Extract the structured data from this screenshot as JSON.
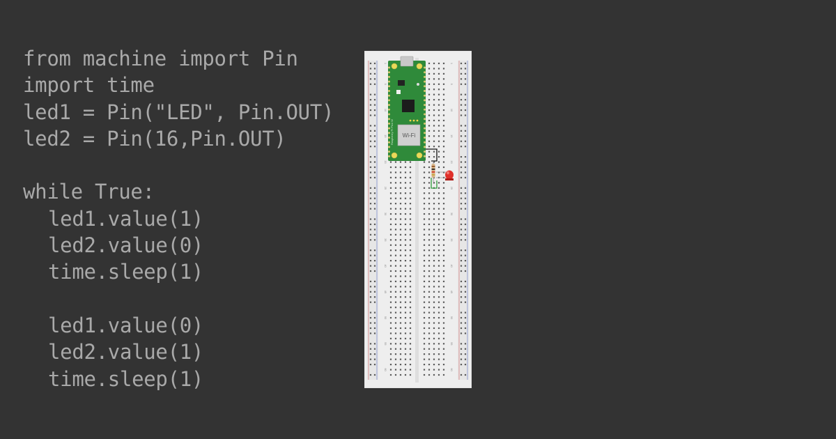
{
  "code_lines": [
    "from machine import Pin",
    "import time",
    "led1 = Pin(\"LED\", Pin.OUT)",
    "led2 = Pin(16,Pin.OUT)",
    "",
    "while True:",
    "led1.value(1)",
    "led2.value(0)",
    "time.sleep(1)",
    "",
    "led1.value(0)",
    "led2.value(1)",
    "time.sleep(1)"
  ],
  "breadboard": {
    "module_label": "Wi-Fi",
    "board_text": "Raspberry Pi Pico W",
    "row_numbers": [
      "1",
      "5",
      "10",
      "15",
      "20",
      "25",
      "30",
      "35",
      "40",
      "45",
      "50",
      "55",
      "60"
    ],
    "led_color": "#e0302a",
    "pcb_color": "#2f8a3a"
  },
  "colors": {
    "background": "#333333",
    "code_text": "#a9a9a9"
  }
}
